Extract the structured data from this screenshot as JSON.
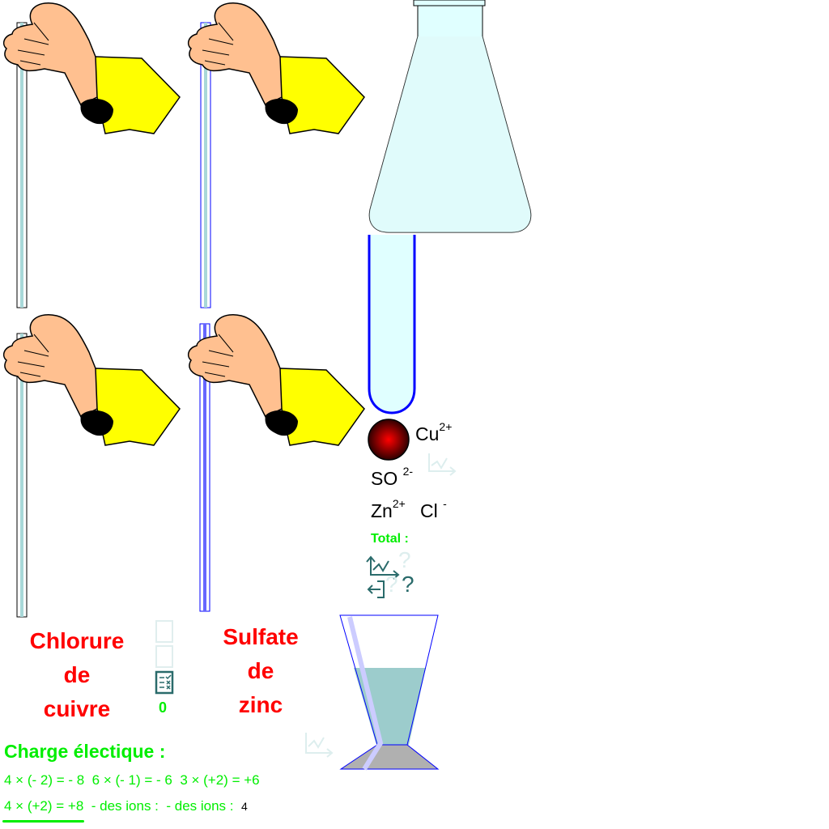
{
  "solutions": {
    "left": [
      "Chlorure",
      "de",
      "cuivre"
    ],
    "right": [
      "Sulfate",
      "de",
      "zinc"
    ]
  },
  "ions": {
    "cu": {
      "symbol": "Cu",
      "charge": "2+"
    },
    "so4": {
      "symbol": "SO",
      "charge": "2-"
    },
    "zn": {
      "symbol": "Zn",
      "charge": "2+"
    },
    "cl": {
      "symbol": "Cl",
      "charge": "-"
    },
    "total_label": "Total :"
  },
  "score": "0",
  "charge": {
    "title": "Charge électique :",
    "eq1": "4 × (- 2) = - 8",
    "eq2": "6 × (- 1) = - 6",
    "eq3": "3 × (+2) = +6",
    "eq4": "4 × (+2) = +8",
    "ions1": "- des ions :",
    "ions2": "- des ions :",
    "count": "4"
  },
  "icons": {
    "help1": "?",
    "help2": "?",
    "help3": "?"
  },
  "colors": {
    "accent_green": "#00ee00",
    "label_red": "#ff0000",
    "icon_teal": "#2a6b6b",
    "sleeve": "#ffff00",
    "skin": "#ffc090"
  }
}
